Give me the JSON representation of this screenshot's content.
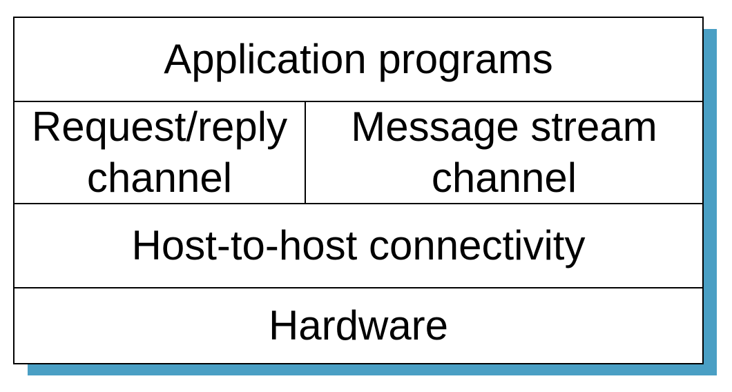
{
  "diagram": {
    "layers": {
      "application": "Application programs",
      "request_reply": [
        "Request/reply",
        "channel"
      ],
      "message_stream": [
        "Message stream",
        "channel"
      ],
      "host_to_host": "Host-to-host connectivity",
      "hardware": "Hardware"
    },
    "colors": {
      "shadow": "#4a9fc4",
      "border": "#000000",
      "fill": "#ffffff"
    }
  }
}
